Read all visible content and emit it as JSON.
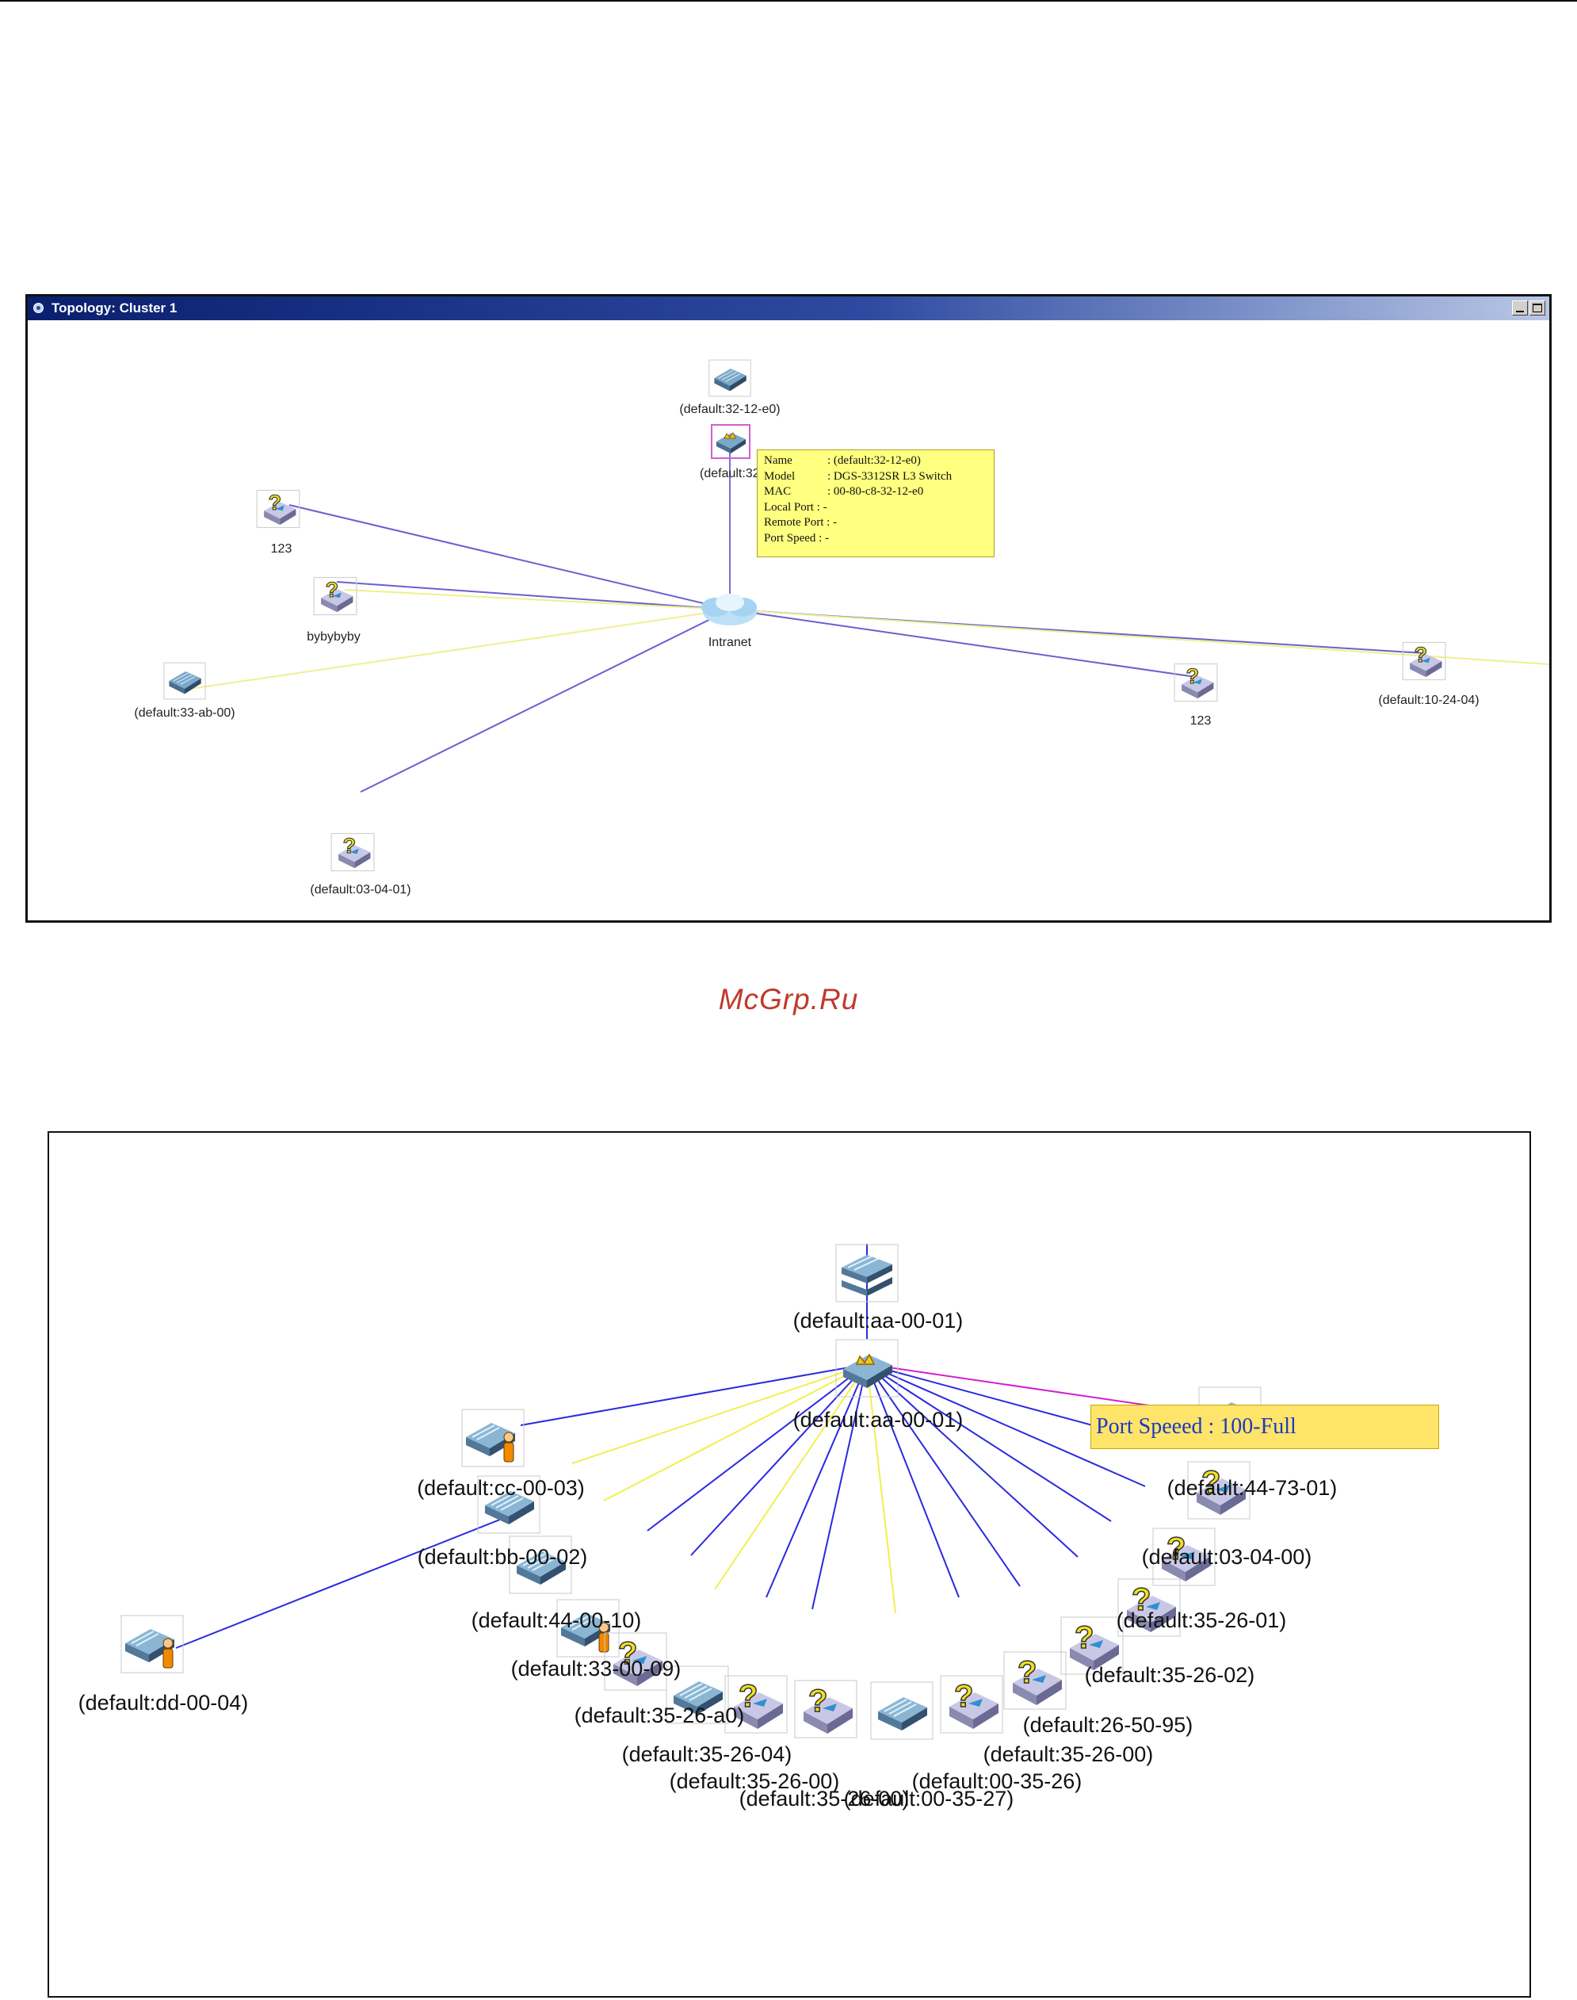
{
  "watermark": "McGrp.Ru",
  "window1": {
    "title": "Topology: Cluster 1",
    "hub_label": "Intranet",
    "nodes": [
      {
        "label": "(default:32-12-e0)"
      },
      {
        "label": "(default:32-"
      },
      {
        "label": "123"
      },
      {
        "label": "bybybyby"
      },
      {
        "label": "(default:33-ab-00)"
      },
      {
        "label": "(default:03-04-01)"
      },
      {
        "label": "123"
      },
      {
        "label": "(default:10-24-04)"
      }
    ],
    "tooltip": {
      "name_key": "Name",
      "name_val": ": (default:32-12-e0)",
      "model_key": "Model",
      "model_val": ": DGS-3312SR L3 Switch",
      "mac_key": "MAC",
      "mac_val": ": 00-80-c8-32-12-e0",
      "local_port": "Local Port : -",
      "remote_port": "Remote Port : -",
      "port_speed": "Port Speed : -"
    }
  },
  "window2": {
    "tooltip": "Port Speeed : 100-Full",
    "labels": [
      "(default:aa-00-01)",
      "(default:aa-00-01)",
      "(default:cc-00-03)",
      "(default:bb-00-02)",
      "(default:44-00-10)",
      "(default:33-00-09)",
      "(default:35-26-a0)",
      "(default:35-26-04)",
      "(default:35-26-00)",
      "(default:35-26-00)",
      "(default:00-35-26)",
      "(default:00-35-27)",
      "(default:dd-00-04)",
      "(default:44-73-01)",
      "(default:03-04-00)",
      "(default:35-26-01)",
      "(default:35-26-02)",
      "(default:26-50-95)",
      "(default:35-26-00)"
    ]
  }
}
